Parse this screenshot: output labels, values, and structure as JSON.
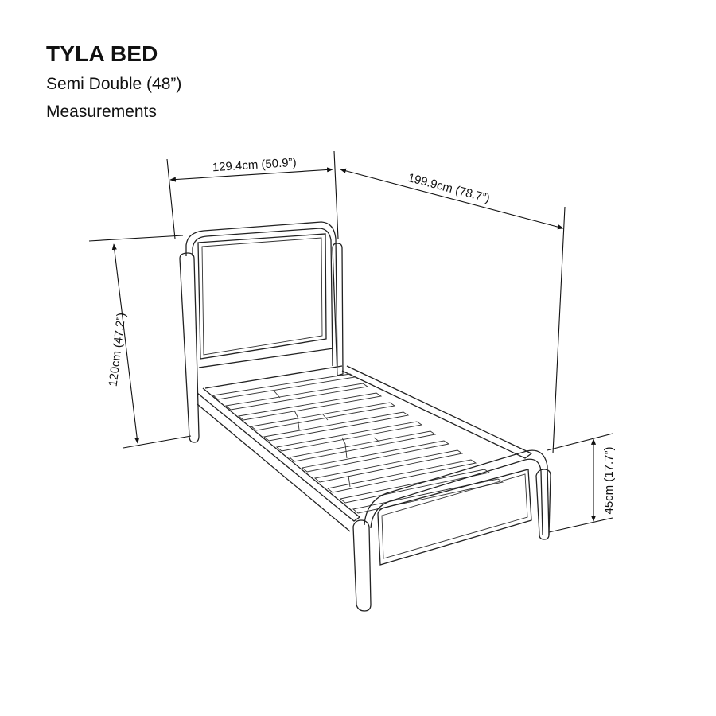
{
  "header": {
    "title": "TYLA BED",
    "subtitle": "Semi Double (48”)",
    "caption": "Measurements"
  },
  "dimensions": {
    "width": "129.4cm (50.9”)",
    "length": "199.9cm (78.7”)",
    "height": "120cm (47.2”)",
    "frame_height": "45cm (17.7”)"
  }
}
